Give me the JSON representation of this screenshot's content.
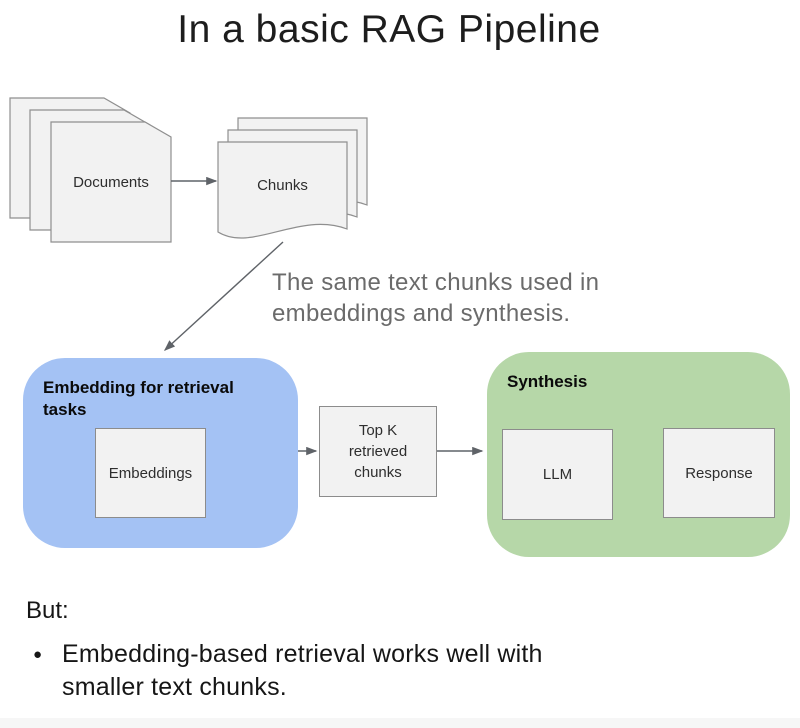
{
  "title": "In a basic RAG Pipeline",
  "colors": {
    "group_blue": "#a4c2f4",
    "group_green": "#b6d7a8",
    "node_fill": "#f2f2f2",
    "node_border": "#8c8c8c",
    "arrow": "#5f6368",
    "caption_text": "#6b6b6b",
    "body_text": "#161616"
  },
  "diagram": {
    "documents": {
      "label": "Documents"
    },
    "chunks": {
      "label": "Chunks"
    },
    "caption": [
      "The same text chunks used in",
      "embeddings and synthesis."
    ],
    "embedding_group": {
      "title": "Embedding for retrieval tasks",
      "node": "Embeddings"
    },
    "topk": {
      "lines": [
        "Top K",
        "retrieved",
        "chunks"
      ]
    },
    "synthesis_group": {
      "title": "Synthesis",
      "llm": "LLM",
      "response": "Response"
    }
  },
  "notes": {
    "heading": "But:",
    "bullets": [
      "Embedding-based retrieval works well with smaller text chunks."
    ]
  }
}
